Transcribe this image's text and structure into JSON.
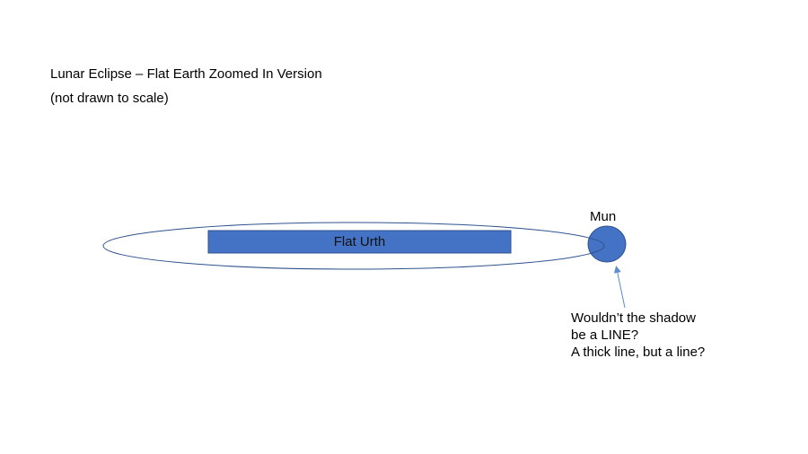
{
  "slide": {
    "title": "Lunar Eclipse – Flat Earth Zoomed In Version",
    "subtitle": "(not drawn to scale)"
  },
  "diagram": {
    "earth_label": "Flat Urth",
    "moon_label": "Mun",
    "annotation_lines": [
      "Wouldn’t the shadow",
      "be a LINE?",
      "A thick line, but a line?"
    ],
    "colors": {
      "earth_fill": "#4472C4",
      "earth_stroke": "#2F528F",
      "moon_fill": "#4472C4",
      "orbit_stroke": "#2F528F",
      "arrow_stroke": "#5B8BD0"
    }
  }
}
